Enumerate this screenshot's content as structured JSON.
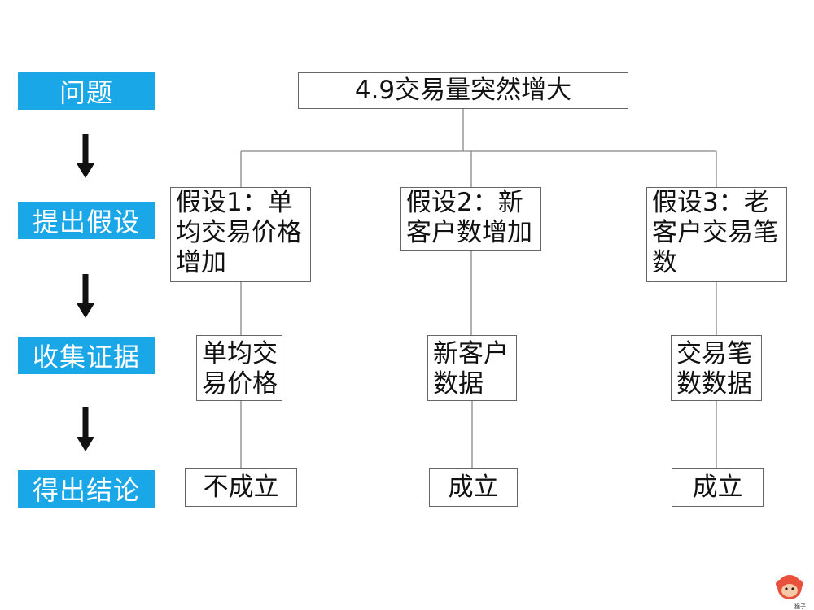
{
  "stages": [
    "问题",
    "提出假设",
    "收集证据",
    "得出结论"
  ],
  "question": "4.9交易量突然增大",
  "branches": [
    {
      "hypothesis": "假设1：单\n均交易价格\n增加",
      "evidence": "单均交\n易价格",
      "conclusion": "不成立"
    },
    {
      "hypothesis": "假设2：新\n客户数增加",
      "evidence": "新客户\n数据",
      "conclusion": "成立"
    },
    {
      "hypothesis": "假设3：老\n客户交易笔\n数",
      "evidence": "交易笔\n数数据",
      "conclusion": "成立"
    }
  ],
  "logo": {
    "name": "monkey-logo",
    "caption": "猴子"
  },
  "colors": {
    "stage_bg": "#1aa7e8",
    "stage_text": "#ffffff",
    "line": "#888888",
    "arrow": "#111111"
  }
}
